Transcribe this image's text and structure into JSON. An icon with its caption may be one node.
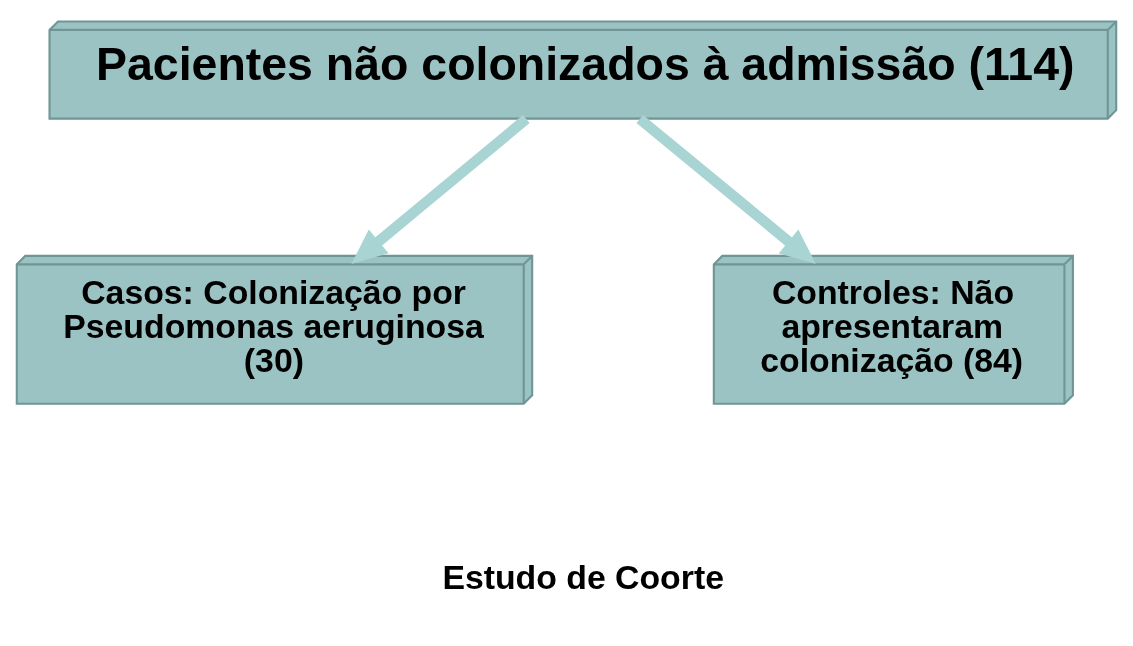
{
  "diagram": {
    "nodes": [
      {
        "text": [
          "Pacientes não colonizados à admissão (114)"
        ]
      },
      {
        "text": [
          "Casos: Colonização por Pseudomonas aeruginosa (30)"
        ]
      },
      {
        "text": [
          "Controles: Não apresentaram colonização (84)"
        ]
      }
    ],
    "edges": [
      {
        "from": 0,
        "to": 1,
        "arrow": "to"
      },
      {
        "from": 0,
        "to": 2,
        "arrow": "to"
      }
    ],
    "labels": [
      "Estudo de Coorte"
    ]
  }
}
